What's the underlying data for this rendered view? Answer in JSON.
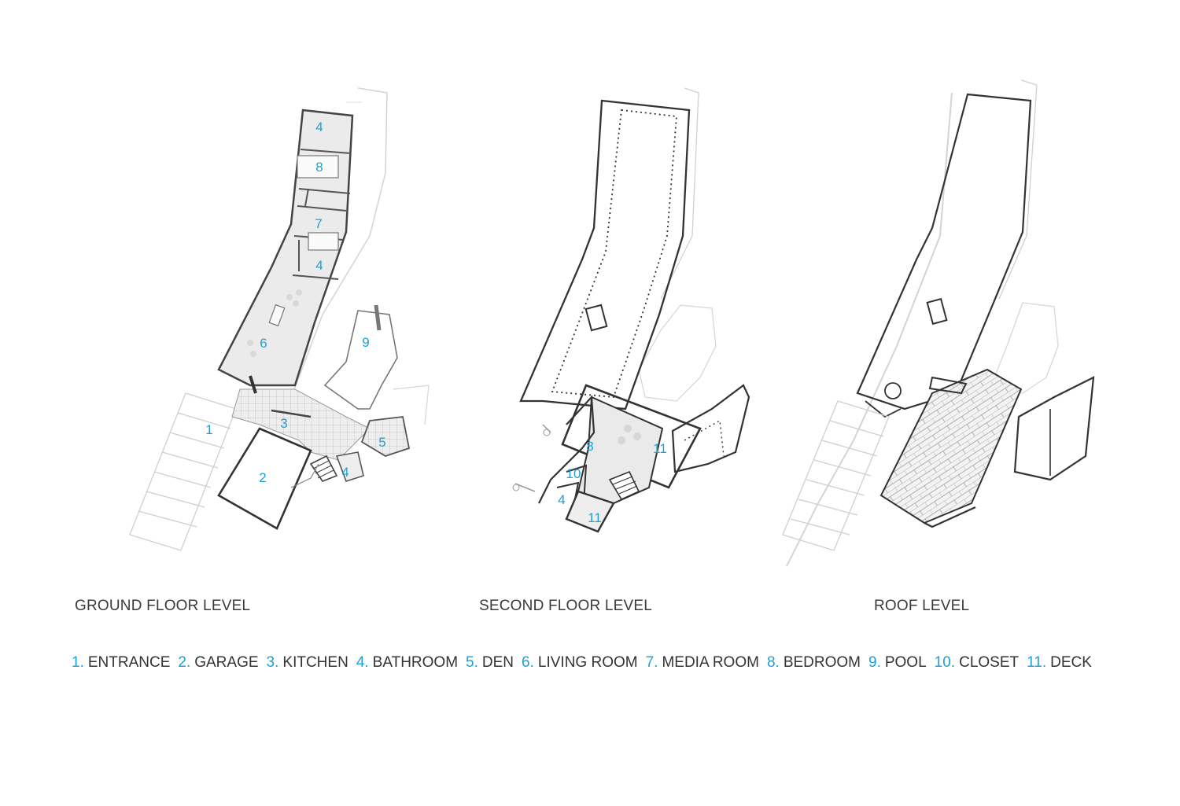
{
  "plans": [
    {
      "caption": "GROUND FLOOR LEVEL",
      "labels": [
        "4",
        "8",
        "7",
        "4",
        "6",
        "9",
        "1",
        "3",
        "5",
        "2",
        "4"
      ]
    },
    {
      "caption": "SECOND FLOOR LEVEL",
      "labels": [
        "8",
        "11",
        "10",
        "4",
        "11"
      ]
    },
    {
      "caption": "ROOF LEVEL",
      "labels": []
    }
  ],
  "legend": [
    {
      "num": "1.",
      "label": "ENTRANCE"
    },
    {
      "num": "2.",
      "label": "GARAGE"
    },
    {
      "num": "3.",
      "label": "KITCHEN"
    },
    {
      "num": "4.",
      "label": "BATHROOM"
    },
    {
      "num": "5.",
      "label": "DEN"
    },
    {
      "num": "6.",
      "label": "LIVING ROOM"
    },
    {
      "num": "7.",
      "label": "MEDIA ROOM"
    },
    {
      "num": "8.",
      "label": "BEDROOM"
    },
    {
      "num": "9.",
      "label": "POOL"
    },
    {
      "num": "10.",
      "label": "CLOSET"
    },
    {
      "num": "11.",
      "label": "DECK"
    }
  ],
  "colors": {
    "accent": "#1fa0d4",
    "text": "#333333",
    "line": "#555555",
    "faint": "#cfcfcf",
    "fill": "#ececec"
  }
}
